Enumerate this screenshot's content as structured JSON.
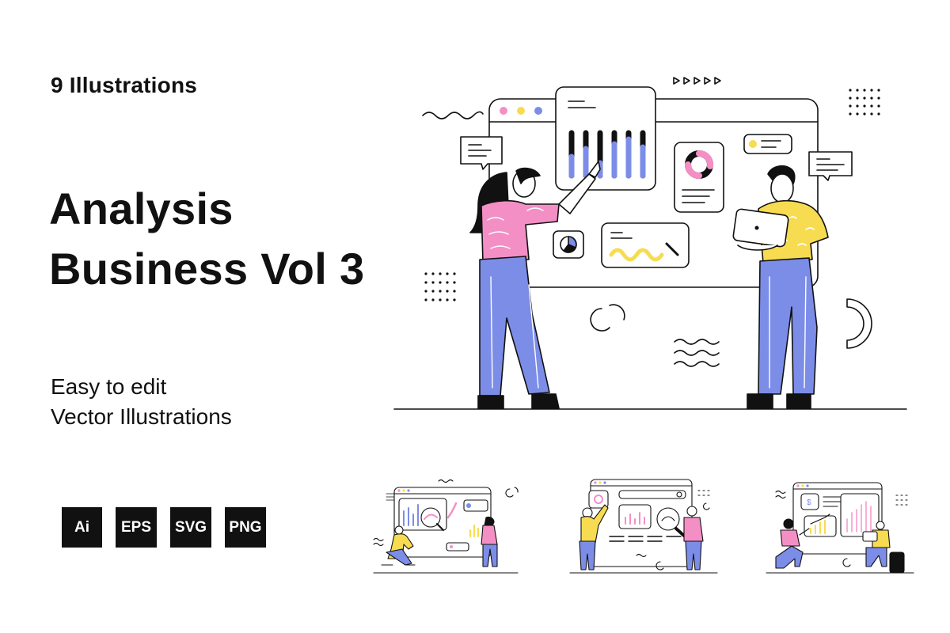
{
  "hero": {
    "count_label": "9 Illustrations",
    "title_line1": "Analysis",
    "title_line2": "Business Vol 3",
    "subtitle_line1": "Easy to edit",
    "subtitle_line2": "Vector Illustrations"
  },
  "formats": [
    "Ai",
    "EPS",
    "SVG",
    "PNG"
  ],
  "colors": {
    "ink": "#111111",
    "pink": "#f48fc5",
    "yellow": "#f7dc51",
    "blue": "#7c8de8",
    "background": "#ffffff"
  },
  "illustrations": {
    "main": "analysts-presenting-dashboard",
    "thumbnails": [
      "kneeling-analyst-magnifier",
      "standing-analysts-search",
      "dollar-growth-report"
    ]
  }
}
